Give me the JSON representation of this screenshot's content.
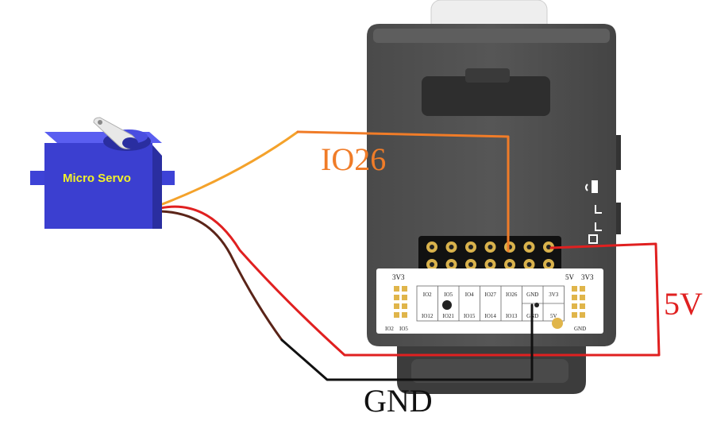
{
  "servo": {
    "label": "Micro Servo",
    "body_color": "#3b3fd0",
    "label_color": "#f2f22a"
  },
  "wires": {
    "signal": {
      "label": "IO26",
      "color": "#f07c28"
    },
    "power": {
      "label": "5V",
      "color": "#e02020"
    },
    "ground": {
      "label": "GND",
      "color": "#111111"
    }
  },
  "board": {
    "headers": {
      "left": "3V3",
      "right_5v": "5V",
      "right_3v3": "3V3"
    },
    "table": [
      [
        "IO2",
        "IO5",
        "IO4",
        "IO27",
        "IO26",
        "GND",
        "3V3"
      ],
      [
        "IO12",
        "IO21",
        "IO15",
        "IO14",
        "IO13",
        "GND",
        "5V"
      ]
    ],
    "left_pins": [
      "IO2",
      "IO5"
    ],
    "right_pin": "GND"
  }
}
